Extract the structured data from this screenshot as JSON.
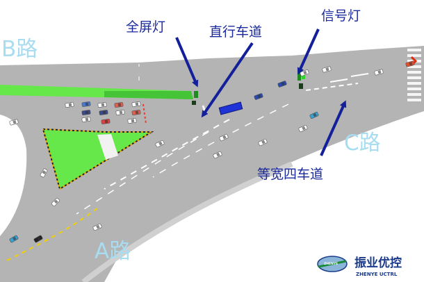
{
  "road_labels": {
    "b_road": "B路",
    "c_road": "C路",
    "a_road": "A路"
  },
  "annotations": {
    "full_screen_light": "全屏灯",
    "straight_lane": "直行车道",
    "signal_light": "信号灯",
    "equal_width_four_lanes": "等宽四车道"
  },
  "logo": {
    "mark_text": "ZHENYE",
    "name_cn": "振业优控",
    "name_en": "ZHENYE UCTRL"
  },
  "colors": {
    "annotation_arrow": "#13209a",
    "road": "#b4b4b4",
    "grass": "#66e84a",
    "label_blue": "#a8dcf0",
    "bus": "#1f33d6"
  }
}
